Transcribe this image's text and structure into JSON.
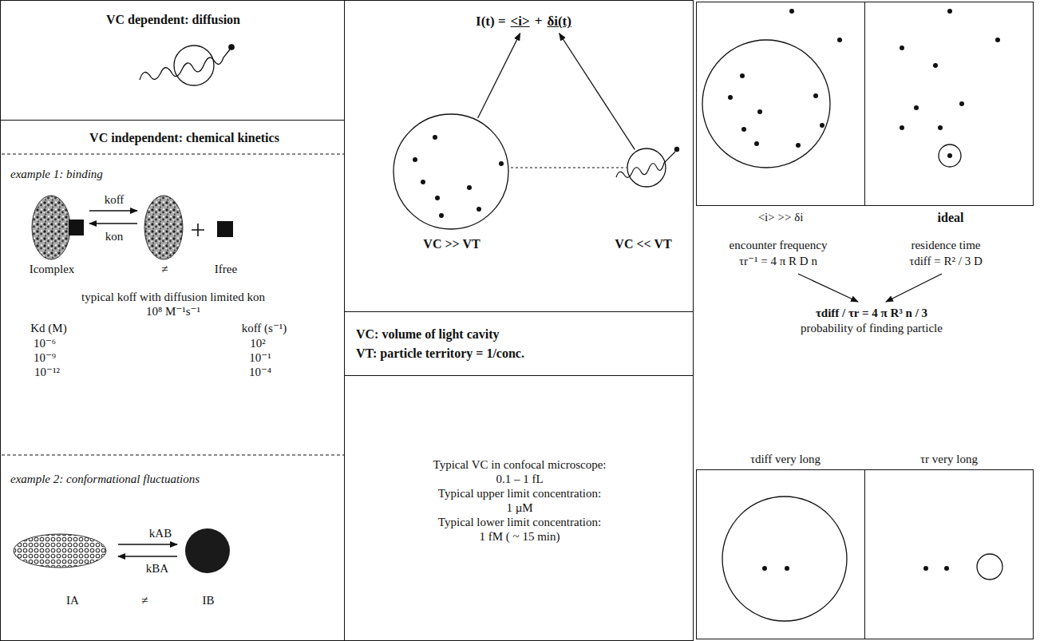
{
  "diagram": {
    "nodes": [
      {
        "text": [
          "VC dependent: diffusion"
        ]
      },
      {
        "text": [
          "VC independent: chemical kinetics",
          "example 1: binding",
          "koff",
          "kon",
          "Icomplex",
          "≠",
          "Ifree",
          "typical koff with diffusion limited kon",
          "10⁸ M⁻¹s⁻¹",
          "Kd (M)",
          "koff (s⁻¹)",
          "10⁻⁶",
          "10²",
          "10⁻⁹",
          "10⁻¹",
          "10⁻¹²",
          "10⁻⁴",
          "example 2: conformational fluctuations",
          "kAB",
          "kBA",
          "IA",
          "≠",
          "IB"
        ]
      },
      {
        "text": [
          "I(t) =",
          "<i>",
          "+",
          "δi(t)",
          "VC >> VT",
          "VC << VT"
        ]
      },
      {
        "text": [
          "VC: volume of light cavity",
          "VT: particle territory = 1/conc."
        ]
      },
      {
        "text": [
          "Typical VC in confocal microscope:",
          "0.1 – 1 fL",
          "Typical upper limit concentration:",
          "1 µM",
          "Typical lower limit concentration:",
          "1 fM ( ~ 15 min)"
        ]
      },
      {
        "text": [
          "<i> >> δi"
        ]
      },
      {
        "text": [
          "ideal"
        ]
      },
      {
        "text": [
          "τdiff very long"
        ]
      },
      {
        "text": [
          "τr very long"
        ]
      }
    ],
    "labels": [
      "encounter frequency",
      "τr⁻¹ = 4 π R D n",
      "residence time",
      "τdiff = R² / 3 D",
      "τdiff / τr = 4 π R³ n / 3",
      "probability of finding particle"
    ]
  }
}
